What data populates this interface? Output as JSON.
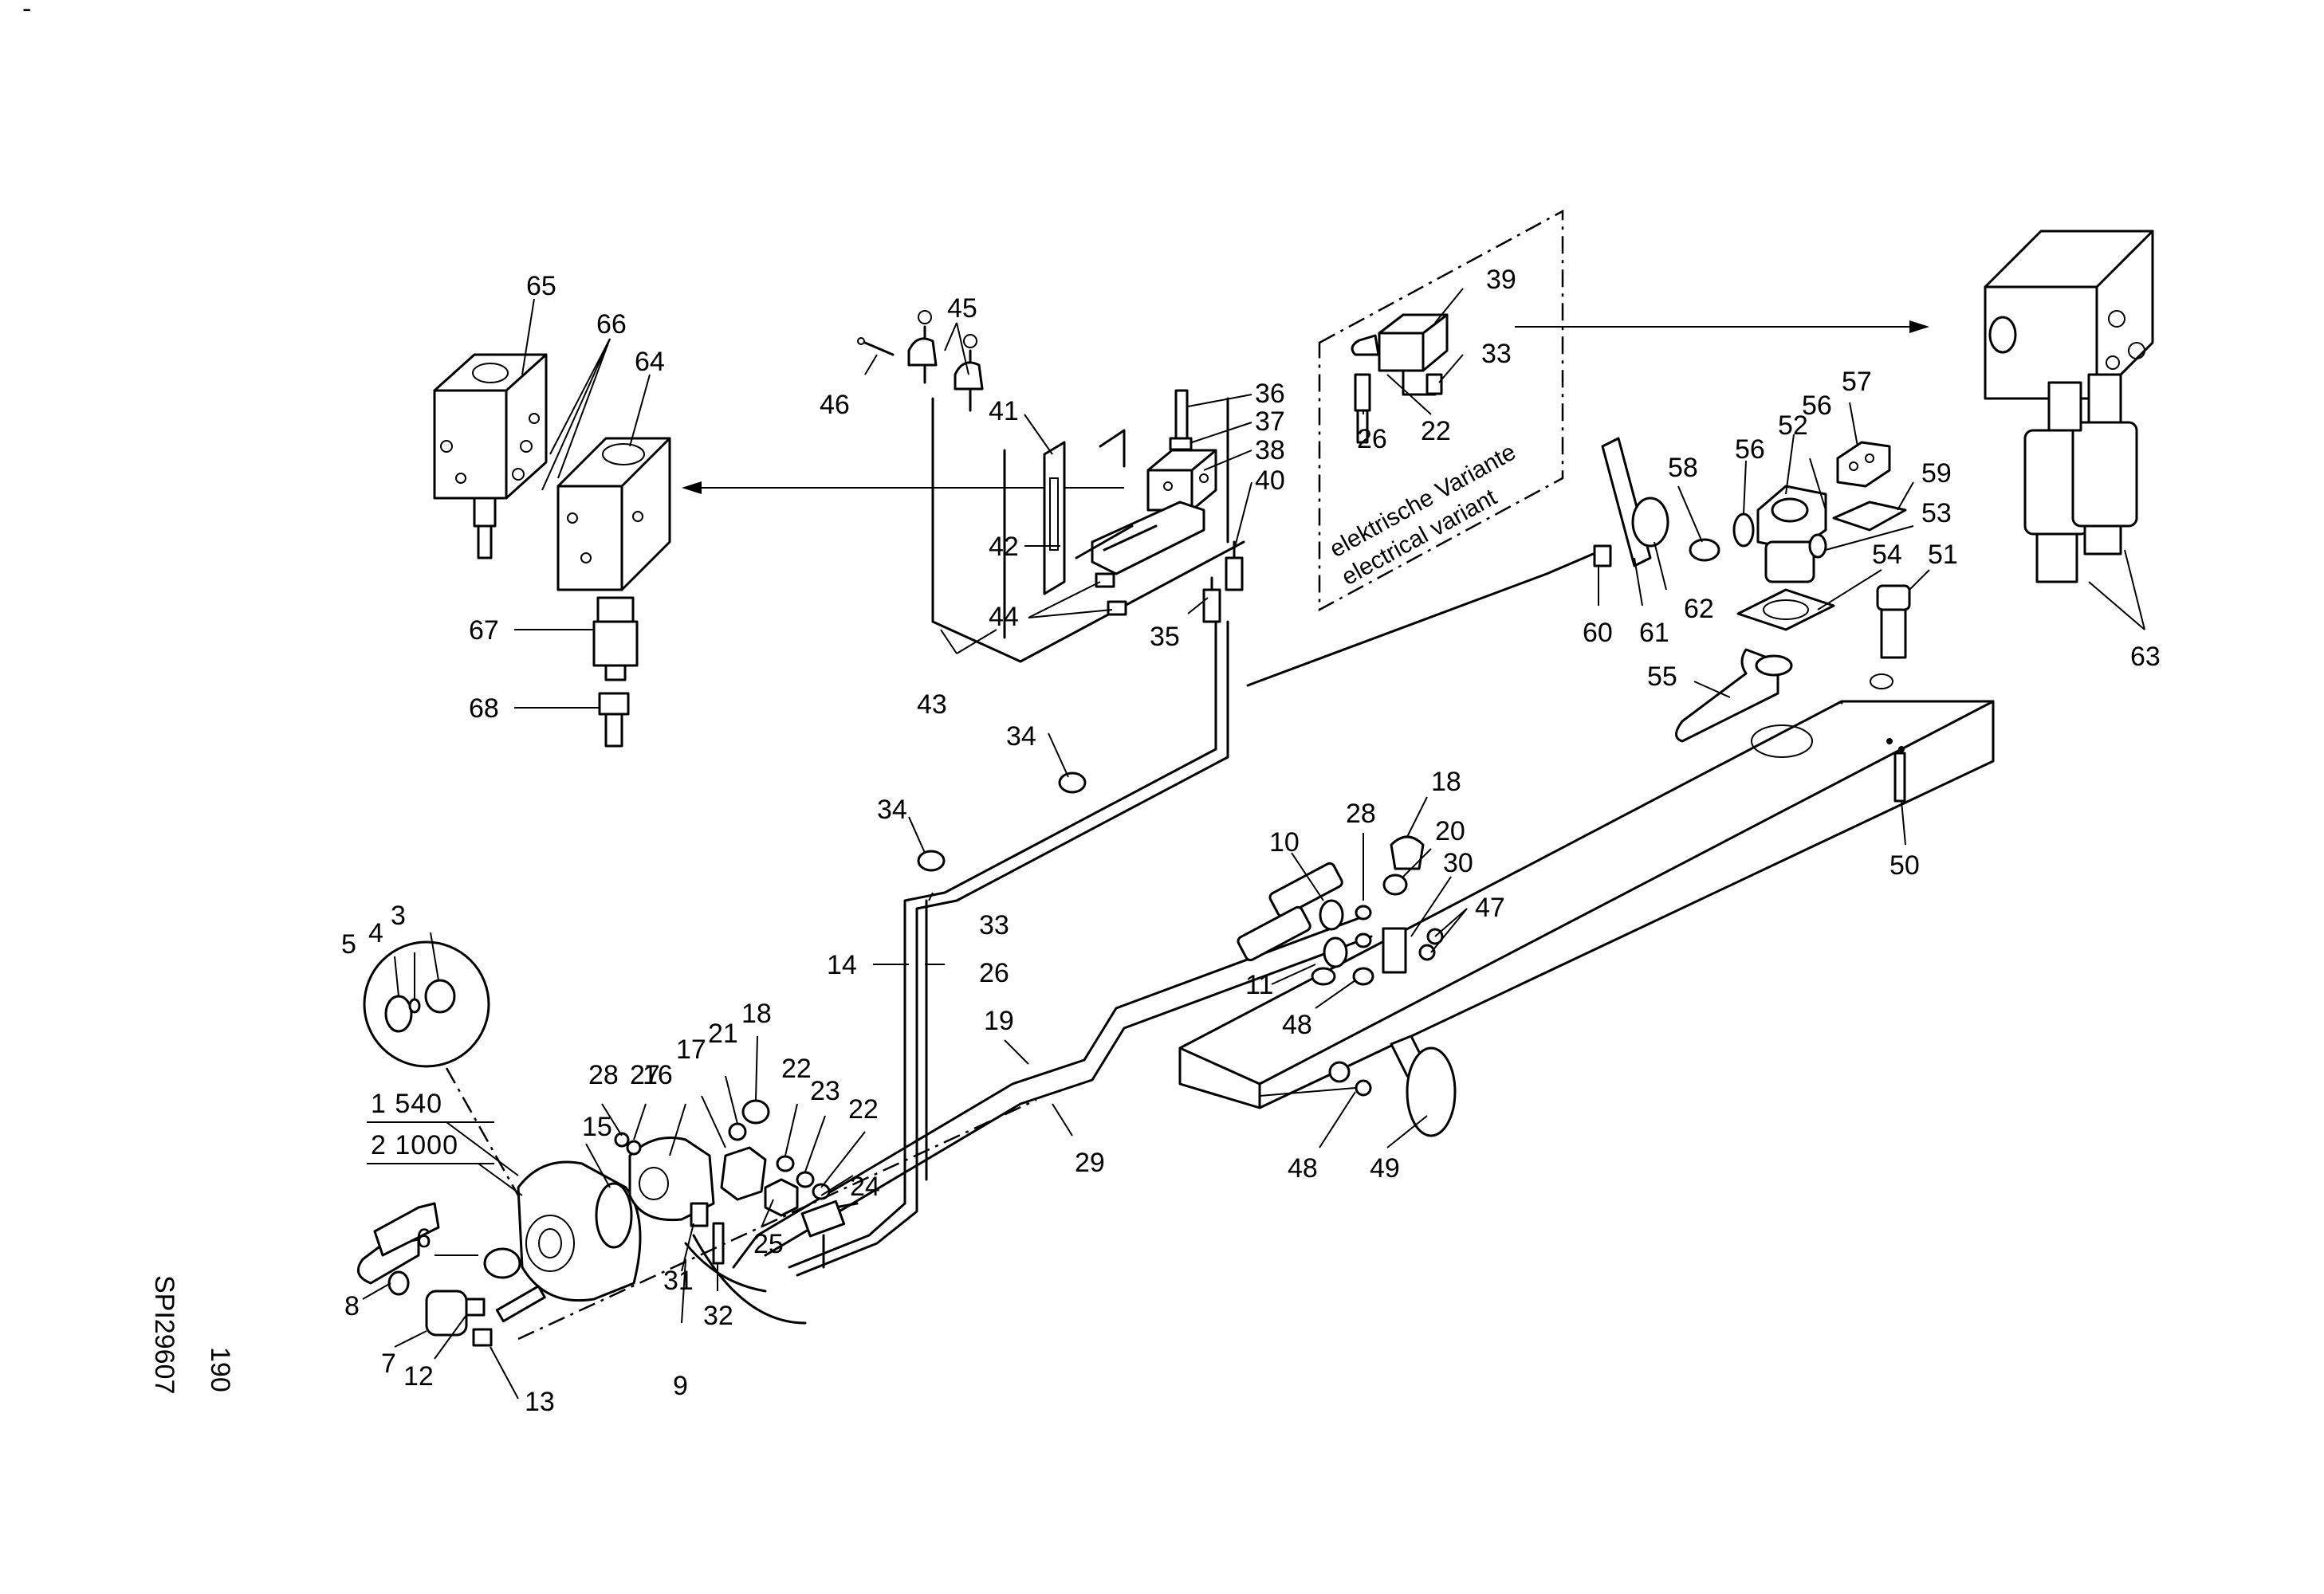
{
  "document": {
    "drawing_number": "SPI29607",
    "page_number": "190",
    "corner_mark": "-"
  },
  "ratio": {
    "line1": "1  540",
    "line2": "2  1000"
  },
  "variant_box": {
    "line_de": "elektrische Variante",
    "line_en": "electrical variant"
  },
  "part_labels": [
    {
      "id": "p3",
      "text": "3"
    },
    {
      "id": "p4",
      "text": "4"
    },
    {
      "id": "p5",
      "text": "5"
    },
    {
      "id": "p6",
      "text": "6"
    },
    {
      "id": "p7",
      "text": "7"
    },
    {
      "id": "p8",
      "text": "8"
    },
    {
      "id": "p9",
      "text": "9"
    },
    {
      "id": "p10",
      "text": "10"
    },
    {
      "id": "p11",
      "text": "11"
    },
    {
      "id": "p12",
      "text": "12"
    },
    {
      "id": "p13",
      "text": "13"
    },
    {
      "id": "p14",
      "text": "14"
    },
    {
      "id": "p15",
      "text": "15"
    },
    {
      "id": "p16",
      "text": "16"
    },
    {
      "id": "p17",
      "text": "17"
    },
    {
      "id": "p18a",
      "text": "18"
    },
    {
      "id": "p18b",
      "text": "18"
    },
    {
      "id": "p19",
      "text": "19"
    },
    {
      "id": "p20",
      "text": "20"
    },
    {
      "id": "p21",
      "text": "21"
    },
    {
      "id": "p22a",
      "text": "22"
    },
    {
      "id": "p22b",
      "text": "22"
    },
    {
      "id": "p22c",
      "text": "22"
    },
    {
      "id": "p23",
      "text": "23"
    },
    {
      "id": "p24",
      "text": "24"
    },
    {
      "id": "p25",
      "text": "25"
    },
    {
      "id": "p26a",
      "text": "26"
    },
    {
      "id": "p26b",
      "text": "26"
    },
    {
      "id": "p27",
      "text": "27"
    },
    {
      "id": "p28a",
      "text": "28"
    },
    {
      "id": "p28b",
      "text": "28"
    },
    {
      "id": "p29",
      "text": "29"
    },
    {
      "id": "p30",
      "text": "30"
    },
    {
      "id": "p31",
      "text": "31"
    },
    {
      "id": "p32",
      "text": "32"
    },
    {
      "id": "p33a",
      "text": "33"
    },
    {
      "id": "p33b",
      "text": "33"
    },
    {
      "id": "p34a",
      "text": "34"
    },
    {
      "id": "p34b",
      "text": "34"
    },
    {
      "id": "p35",
      "text": "35"
    },
    {
      "id": "p36",
      "text": "36"
    },
    {
      "id": "p37",
      "text": "37"
    },
    {
      "id": "p38",
      "text": "38"
    },
    {
      "id": "p39",
      "text": "39"
    },
    {
      "id": "p40",
      "text": "40"
    },
    {
      "id": "p41",
      "text": "41"
    },
    {
      "id": "p42",
      "text": "42"
    },
    {
      "id": "p43",
      "text": "43"
    },
    {
      "id": "p44",
      "text": "44"
    },
    {
      "id": "p45",
      "text": "45"
    },
    {
      "id": "p46",
      "text": "46"
    },
    {
      "id": "p47",
      "text": "47"
    },
    {
      "id": "p48a",
      "text": "48"
    },
    {
      "id": "p48b",
      "text": "48"
    },
    {
      "id": "p49",
      "text": "49"
    },
    {
      "id": "p50",
      "text": "50"
    },
    {
      "id": "p51",
      "text": "51"
    },
    {
      "id": "p52",
      "text": "52"
    },
    {
      "id": "p53",
      "text": "53"
    },
    {
      "id": "p54",
      "text": "54"
    },
    {
      "id": "p55",
      "text": "55"
    },
    {
      "id": "p56a",
      "text": "56"
    },
    {
      "id": "p56b",
      "text": "56"
    },
    {
      "id": "p57",
      "text": "57"
    },
    {
      "id": "p58",
      "text": "58"
    },
    {
      "id": "p59",
      "text": "59"
    },
    {
      "id": "p60",
      "text": "60"
    },
    {
      "id": "p61",
      "text": "61"
    },
    {
      "id": "p62",
      "text": "62"
    },
    {
      "id": "p63",
      "text": "63"
    },
    {
      "id": "p64",
      "text": "64"
    },
    {
      "id": "p65",
      "text": "65"
    },
    {
      "id": "p66",
      "text": "66"
    },
    {
      "id": "p67",
      "text": "67"
    },
    {
      "id": "p68",
      "text": "68"
    }
  ]
}
